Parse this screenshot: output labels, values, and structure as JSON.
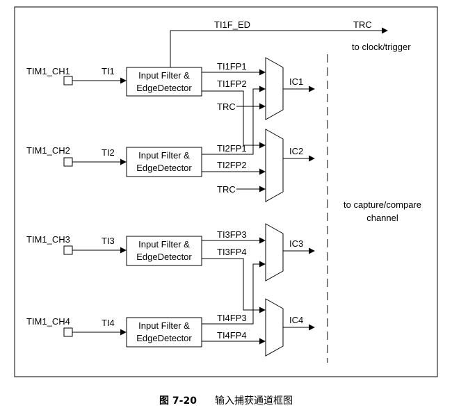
{
  "figure": {
    "channels": [
      {
        "pin": "TIM1_CH1",
        "ti": "TI1",
        "filter_line1": "Input Filter &",
        "filter_line2": "EdgeDetector"
      },
      {
        "pin": "TIM1_CH2",
        "ti": "TI2",
        "filter_line1": "Input Filter &",
        "filter_line2": "EdgeDetector"
      },
      {
        "pin": "TIM1_CH3",
        "ti": "TI3",
        "filter_line1": "Input Filter &",
        "filter_line2": "EdgeDetector"
      },
      {
        "pin": "TIM1_CH4",
        "ti": "TI4",
        "filter_line1": "Input Filter &",
        "filter_line2": "EdgeDetector"
      }
    ],
    "signals": {
      "ti1f_ed": "TI1F_ED",
      "trc": "TRC",
      "to_clock_trigger": "to clock/trigger",
      "ti1fp1": "TI1FP1",
      "ti1fp2": "TI1FP2",
      "ti2fp1": "TI2FP1",
      "ti2fp2": "TI2FP2",
      "ti3fp3": "TI3FP3",
      "ti3fp4": "TI3FP4",
      "ti4fp3": "TI4FP3",
      "ti4fp4": "TI4FP4",
      "trc_ic1": "TRC",
      "trc_ic2": "TRC"
    },
    "outputs": {
      "ic1": "IC1",
      "ic2": "IC2",
      "ic3": "IC3",
      "ic4": "IC4"
    },
    "capture_label_line1": "to capture/compare",
    "capture_label_line2": "channel"
  },
  "caption": {
    "number": "图 7-20",
    "title": "输入捕获通道框图"
  }
}
